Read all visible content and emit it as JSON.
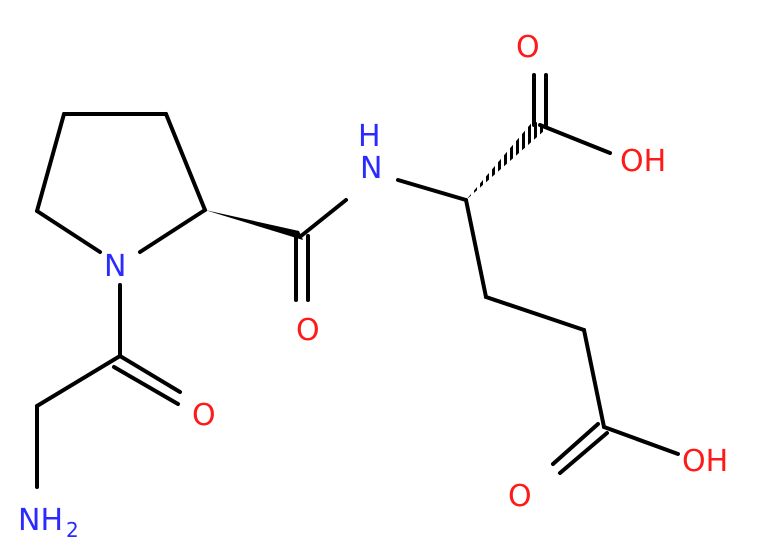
{
  "molecule": {
    "atom_labels": {
      "n_amide": "N",
      "h_amide": "H",
      "n_ring": "N",
      "o_carboxyl_top": "O",
      "oh_carboxyl_top": "OH",
      "o_amide": "O",
      "o_ketone": "O",
      "nh2": "NH",
      "nh2_subscript": "2",
      "o_carboxyl_bottom": "O",
      "oh_carboxyl_bottom": "OH"
    },
    "colors": {
      "carbon_bond": "#000000",
      "nitrogen": "#2b2bff",
      "oxygen": "#ff1a1a"
    }
  }
}
